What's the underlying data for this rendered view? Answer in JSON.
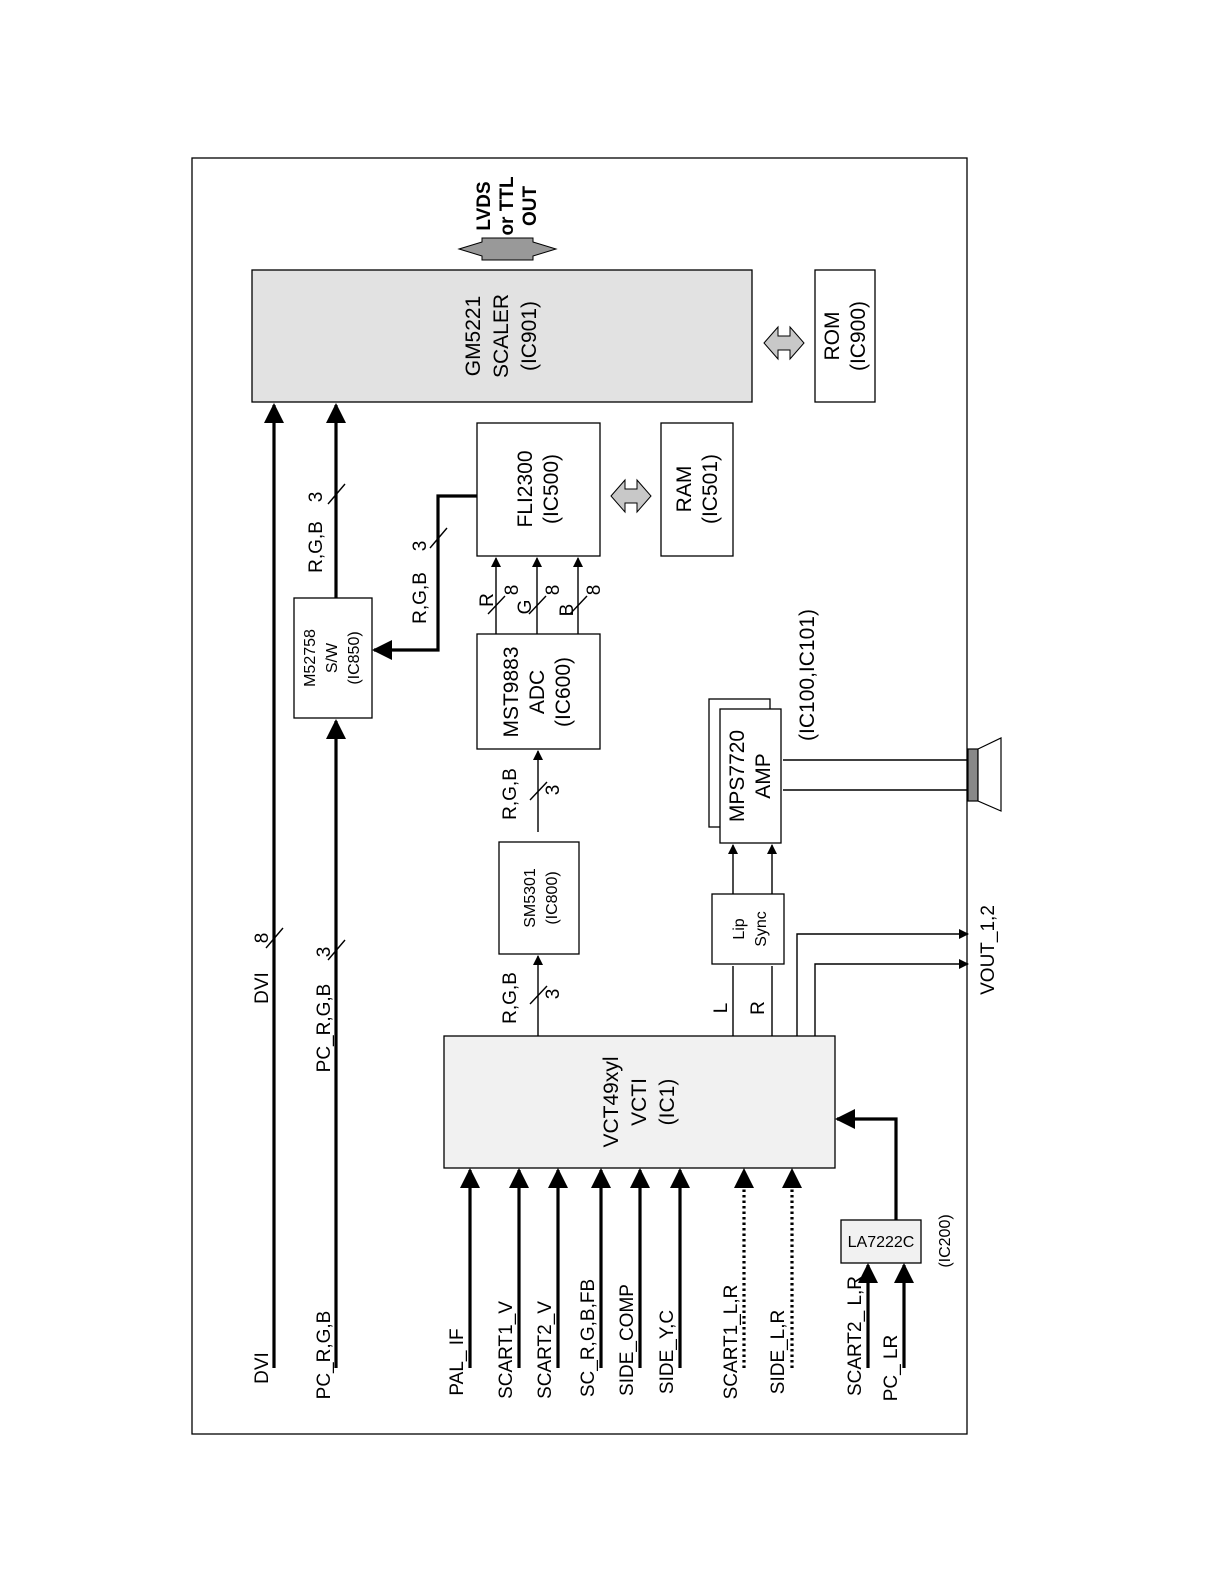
{
  "blocks": {
    "scaler": [
      "GM5221",
      "SCALER",
      "(IC901)"
    ],
    "rom": [
      "ROM",
      "(IC900)"
    ],
    "fli": [
      "FLI2300",
      "(IC500)"
    ],
    "ram": [
      "RAM",
      "(IC501)"
    ],
    "sw": [
      "M52758",
      "S/W",
      "(IC850)"
    ],
    "adc": [
      "MST9883",
      "ADC",
      "(IC600)"
    ],
    "sm": [
      "SM5301",
      "(IC800)"
    ],
    "amp": [
      "MPS7720",
      "AMP"
    ],
    "amp_ref": "(IC100,IC101)",
    "lipsync": [
      "Lip",
      "Sync"
    ],
    "vct": [
      "VCT49xyl",
      "VCTI",
      "(IC1)"
    ],
    "la": "LA7222C",
    "la_ref": "(IC200)"
  },
  "inputs": {
    "dvi": "DVI",
    "pc_rgb": "PC_R,G,B",
    "pal_if": "PAL_ IF",
    "scart1_v": "SCART1_V",
    "scart2_v": "SCART2_V",
    "sc_rgbfb": "SC_R,G,B,FB",
    "side_comp": "SIDE_COMP",
    "side_yc": "SIDE_Y,C",
    "scart1_lr": "SCART1_L,R",
    "side_lr": "SIDE_L,R",
    "scart2_lr": "SCART2_ L,R",
    "pc_lr": "PC_ LR"
  },
  "signals": {
    "dvi": "DVI",
    "dvi_width": "8",
    "pc_rgb": "PC_R,G,B",
    "pc_width": "3",
    "rgb": "R,G,B",
    "width3": "3",
    "r": "R",
    "g": "G",
    "b": "B",
    "width8": "8",
    "l": "L",
    "vout": "VOUT_1,2"
  },
  "output": [
    "LVDS",
    "or TTL",
    "OUT"
  ]
}
